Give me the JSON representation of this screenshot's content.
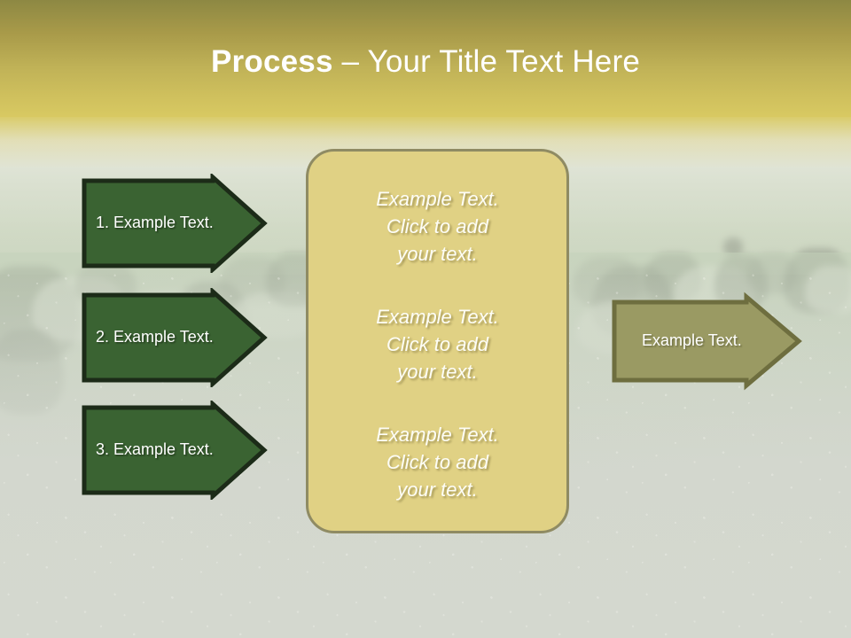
{
  "slide": {
    "title": {
      "bold_part": "Process",
      "regular_part": " – Your Title Text Here"
    },
    "background": {
      "description": "herd-of-cows-in-pasture-photo",
      "sky_color": "#e9eae2",
      "field_color": "#d3d7ce"
    },
    "colors": {
      "title_band_top": "#8d8843",
      "title_band_bottom": "#d8c962",
      "green_arrow_fill": "#3a6332",
      "green_arrow_border": "#1c2b18",
      "olive_arrow_fill": "#9a9a63",
      "olive_arrow_border": "#6e6e3f",
      "panel_fill": "#e0d184",
      "panel_border": "#8f8b63",
      "text_white": "#ffffff"
    }
  },
  "left_arrows": [
    {
      "label": "1. Example Text."
    },
    {
      "label": "2. Example Text."
    },
    {
      "label": "3. Example Text."
    }
  ],
  "center_panel": {
    "blocks": [
      {
        "line1": "Example Text.",
        "line2": "Click  to add",
        "line3": "your text."
      },
      {
        "line1": "Example Text.",
        "line2": "Click  to add",
        "line3": "your text."
      },
      {
        "line1": "Example Text.",
        "line2": "Click  to add",
        "line3": "your text."
      }
    ]
  },
  "right_arrow": {
    "label": "Example Text."
  }
}
